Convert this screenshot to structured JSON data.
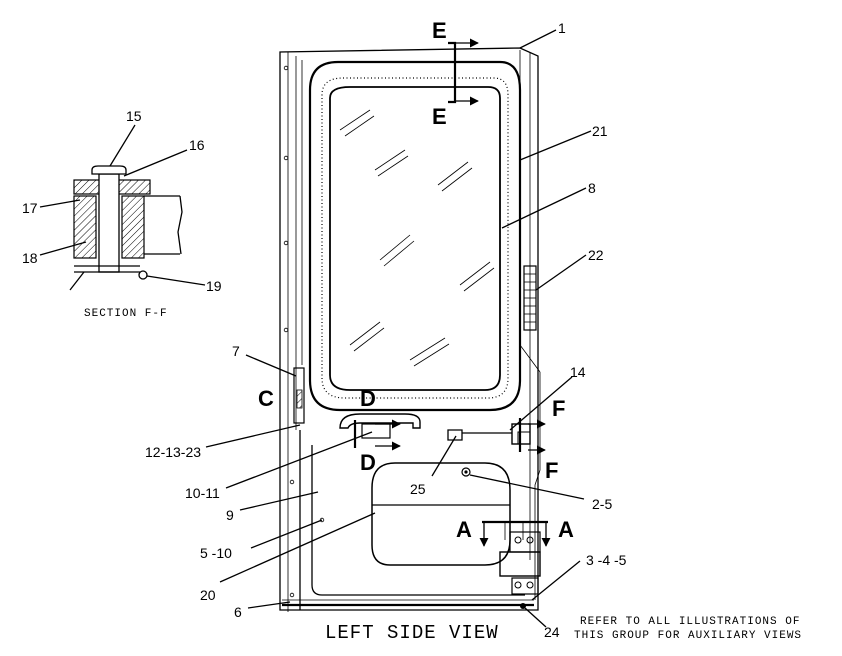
{
  "diagram": {
    "view_caption": "LEFT SIDE VIEW",
    "section_caption": "SECTION F-F",
    "note_lines": [
      "REFER TO ALL ILLUSTRATIONS OF",
      "THIS GROUP FOR AUXILIARY VIEWS"
    ],
    "section_letters": {
      "e_top": "E",
      "e_bottom": "E",
      "c": "C",
      "d_top": "D",
      "d_bottom": "D",
      "f_top": "F",
      "f_bottom": "F",
      "a_left": "A",
      "a_right": "A"
    },
    "callouts": {
      "c1": "1",
      "c21": "21",
      "c8": "8",
      "c22": "22",
      "c14": "14",
      "c7": "7",
      "c12_13_23": "12-13-23",
      "c10_11": "10-11",
      "c9": "9",
      "c25": "25",
      "c2_5": "2-5",
      "c5_10": "5 -10",
      "c20": "20",
      "c3_4_5": "3 -4 -5",
      "c6": "6",
      "c24": "24",
      "c15": "15",
      "c16": "16",
      "c17": "17",
      "c18": "18",
      "c19": "19"
    }
  }
}
